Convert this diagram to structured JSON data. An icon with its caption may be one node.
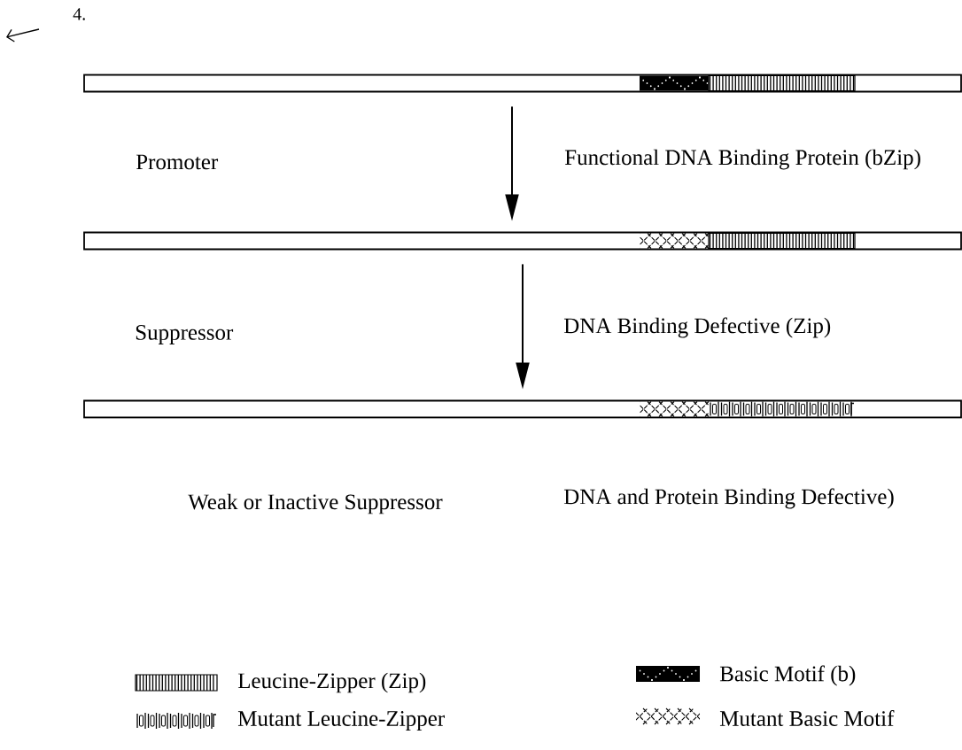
{
  "diagram": {
    "nodes": [
      {
        "text": [],
        "shape": "bar"
      },
      {
        "text": [],
        "shape": "bar"
      },
      {
        "text": [],
        "shape": "bar"
      }
    ],
    "edges": [
      {
        "from": 0,
        "to": 1,
        "arrow": "to"
      },
      {
        "from": 1,
        "to": 2,
        "arrow": "to"
      }
    ],
    "labels": [
      "4.",
      "Promoter",
      "Functional DNA Binding Protein (bZip)",
      "Suppressor",
      "DNA Binding Defective (Zip)",
      "Weak or Inactive Suppressor",
      "DNA and Protein Binding Defective)"
    ],
    "legend": [
      {
        "text": "Leucine-Zipper (Zip)"
      },
      {
        "text": "Mutant Leucine-Zipper"
      },
      {
        "text": "Basic  Motif (b)"
      },
      {
        "text": "Mutant Basic Motif"
      }
    ]
  }
}
